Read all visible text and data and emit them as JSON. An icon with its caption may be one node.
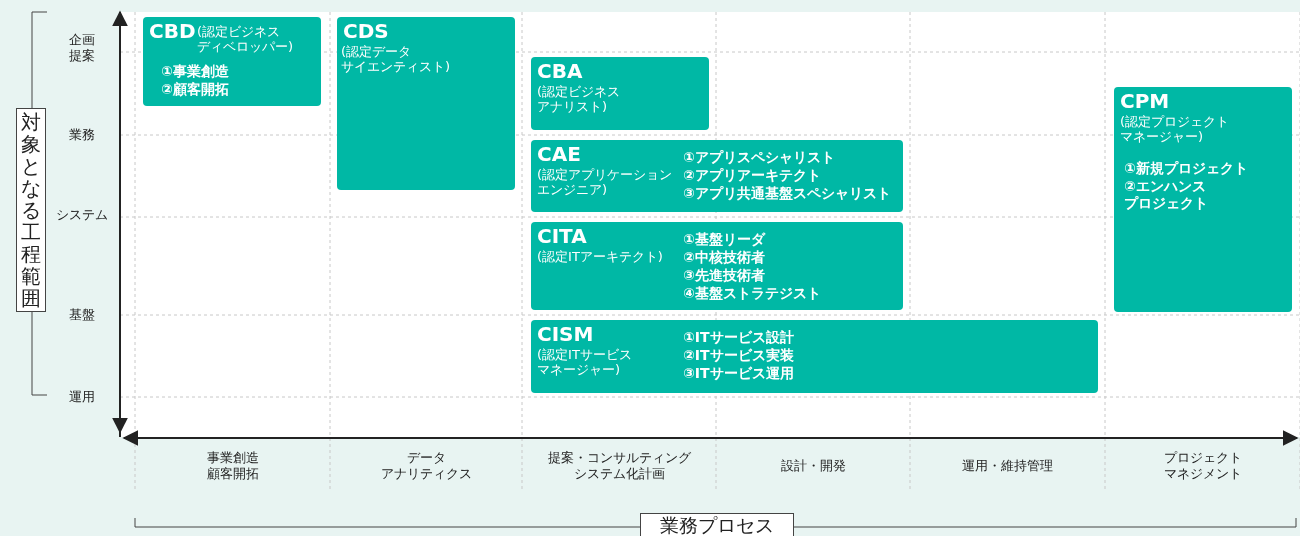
{
  "diagram": {
    "nodes": [
      {
        "text": [
          "CBD",
          "(認定ビジネスディベロッパー)",
          "①事業創造",
          "②顧客開拓"
        ]
      },
      {
        "text": [
          "CDS",
          "(認定データサイエンティスト)"
        ]
      },
      {
        "text": [
          "CBA",
          "(認定ビジネスアナリスト)"
        ]
      },
      {
        "text": [
          "CAE",
          "(認定アプリケーションエンジニア)",
          "①アプリスペシャリスト",
          "②アプリアーキテクト",
          "③アプリ共通基盤スペシャリスト"
        ]
      },
      {
        "text": [
          "CITA",
          "(認定ITアーキテクト)",
          "①基盤リーダ",
          "②中核技術者",
          "③先進技術者",
          "④基盤ストラテジスト"
        ]
      },
      {
        "text": [
          "CISM",
          "(認定ITサービスマネージャー)",
          "①ITサービス設計",
          "②ITサービス実装",
          "③ITサービス運用"
        ]
      },
      {
        "text": [
          "CPM",
          "(認定プロジェクトマネージャー)",
          "①新規プロジェクト",
          "②エンハンスプロジェクト"
        ]
      }
    ],
    "labels": [
      "対象となる工程範囲",
      "企画提案",
      "業務",
      "システム",
      "基盤",
      "運用",
      "事業創造顧客開拓",
      "データアナリティクス",
      "提案・コンサルティングシステム化計画",
      "設計・開発",
      "運用・維持管理",
      "プロジェクトマネジメント",
      "業務プロセス"
    ]
  }
}
